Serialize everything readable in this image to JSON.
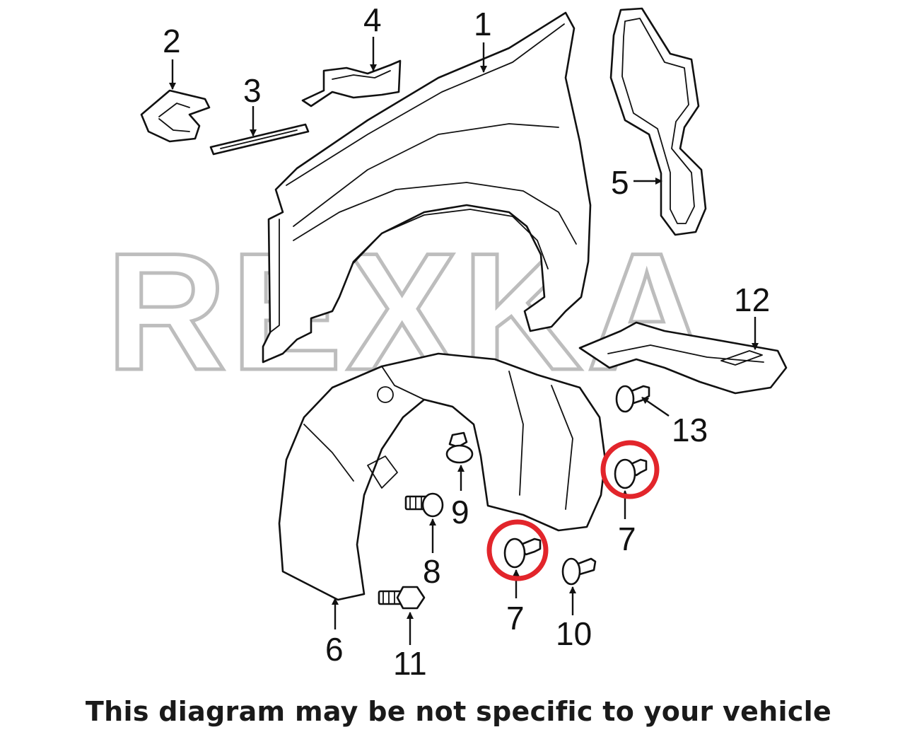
{
  "watermark": "REXKA",
  "callouts": {
    "c1": "1",
    "c2": "2",
    "c3": "3",
    "c4": "4",
    "c5": "5",
    "c6": "6",
    "c7a": "7",
    "c7b": "7",
    "c8": "8",
    "c9": "9",
    "c10": "10",
    "c11": "11",
    "c12": "12",
    "c13": "13"
  },
  "highlighted_part": "7",
  "colors": {
    "highlight": "#e2252b",
    "line": "#111111",
    "watermark": "#bdbdbd"
  },
  "disclaimer": "This diagram may be not specific to your vehicle"
}
